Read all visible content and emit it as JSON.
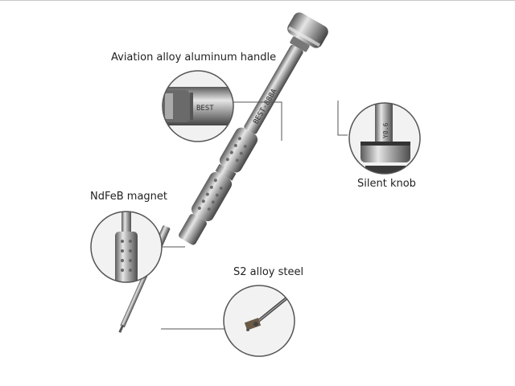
{
  "labels": {
    "handle": "Aviation alloy aluminum handle",
    "knob": "Silent knob",
    "magnet": "NdFeB magnet",
    "steel": "S2 alloy steel"
  },
  "engraving": {
    "shaft": "BEST-888A",
    "handle_detail": "BEST",
    "knob_detail": "Y0.6"
  },
  "colors": {
    "metal_light": "#d9d9d9",
    "metal_mid": "#9a9a9a",
    "metal_dark": "#4a4a4a",
    "circle_stroke": "#555555",
    "leader": "#555555"
  }
}
